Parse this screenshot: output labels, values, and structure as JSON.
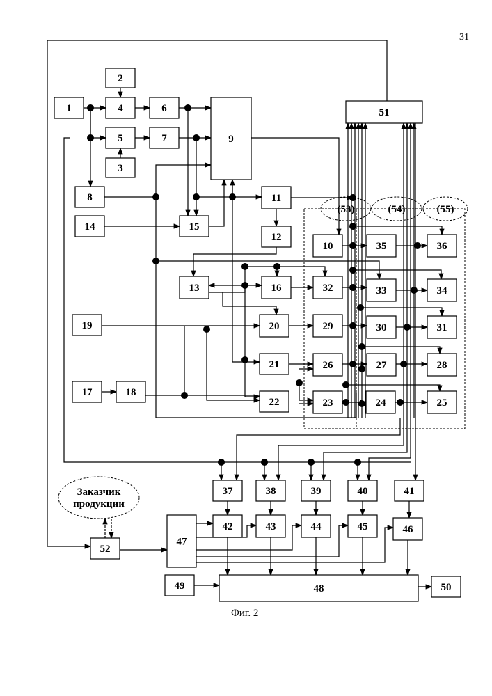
{
  "page_number": "31",
  "caption": "Фиг. 2",
  "customer": {
    "line1": "Заказчик",
    "line2": "продукции"
  },
  "groups": [
    "(53)",
    "(54)",
    "(55)"
  ],
  "blocks": [
    "1",
    "2",
    "3",
    "4",
    "5",
    "6",
    "7",
    "8",
    "9",
    "10",
    "11",
    "12",
    "13",
    "14",
    "15",
    "16",
    "17",
    "18",
    "19",
    "20",
    "21",
    "22",
    "23",
    "24",
    "25",
    "26",
    "27",
    "28",
    "29",
    "30",
    "31",
    "32",
    "33",
    "34",
    "35",
    "36",
    "37",
    "38",
    "39",
    "40",
    "41",
    "42",
    "43",
    "44",
    "45",
    "46",
    "47",
    "48",
    "49",
    "50",
    "51",
    "52"
  ]
}
